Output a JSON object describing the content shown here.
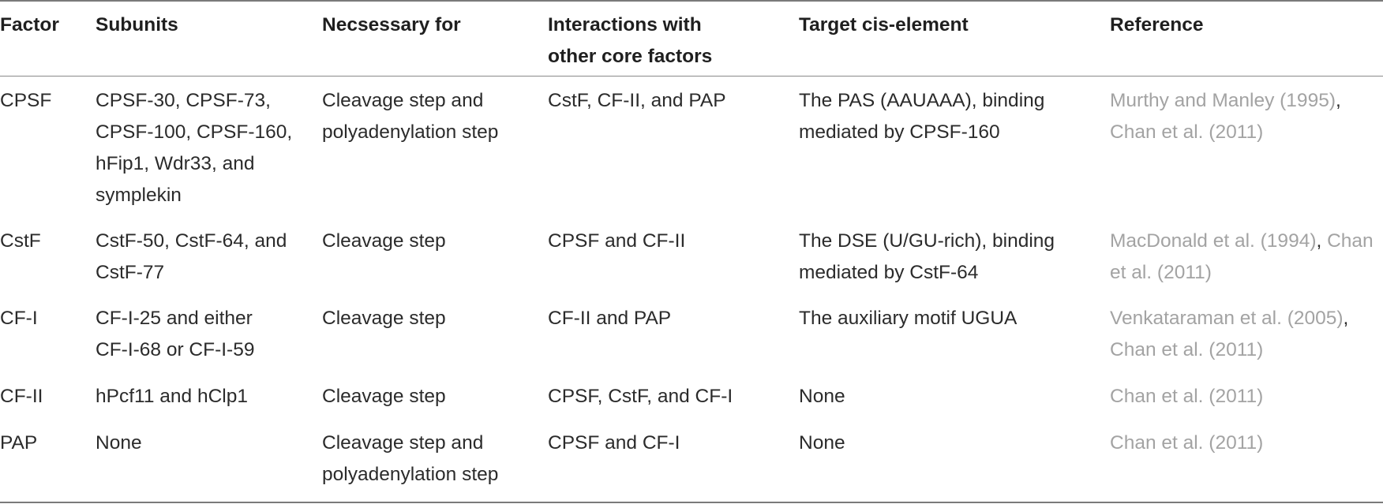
{
  "columns": [
    "Factor",
    "Subunits",
    "Necsessary for",
    "Interactions with\nother core factors",
    "Target cis-element",
    "Reference"
  ],
  "rows": [
    {
      "factor": "CPSF",
      "subunits": "CPSF-30, CPSF-73,\nCPSF-100, CPSF-160,\nhFip1, Wdr33, and\nsymplekin",
      "necessary_for": "Cleavage step and\npolyadenylation step",
      "interactions": "CstF, CF-II, and PAP",
      "target": "The PAS (AAUAAA), binding\n mediated by CPSF-160",
      "references": [
        "Murthy and Manley (1995)",
        "Chan et al. (2011)"
      ]
    },
    {
      "factor": "CstF",
      "subunits": "CstF-50, CstF-64, and\nCstF-77",
      "necessary_for": "Cleavage step",
      "interactions": "CPSF and CF-II",
      "target": "The DSE (U/GU-rich), binding\n mediated by CstF-64",
      "references": [
        "MacDonald et al. (1994)",
        "Chan et al. (2011)"
      ]
    },
    {
      "factor": "CF-I",
      "subunits": "CF-I-25 and either\nCF-I-68 or CF-I-59",
      "necessary_for": "Cleavage step",
      "interactions": "CF-II and PAP",
      "target": "The auxiliary motif UGUA",
      "references": [
        "Venkataraman et al. (2005)",
        "Chan et al. (2011)"
      ]
    },
    {
      "factor": "CF-II",
      "subunits": "hPcf11 and hClp1",
      "necessary_for": "Cleavage step",
      "interactions": "CPSF, CstF, and CF-I",
      "target": " None",
      "references": [
        "Chan et al. (2011)"
      ]
    },
    {
      "factor": "PAP",
      "subunits": "None",
      "necessary_for": "Cleavage step and\npolyadenylation step",
      "interactions": "CPSF and CF-I",
      "target": " None",
      "references": [
        "Chan et al. (2011)"
      ]
    }
  ],
  "separator": ", ",
  "colors": {
    "text": "#2b2b2b",
    "reference_link": "#a3a3a3",
    "rule": "#7a7a7a"
  }
}
